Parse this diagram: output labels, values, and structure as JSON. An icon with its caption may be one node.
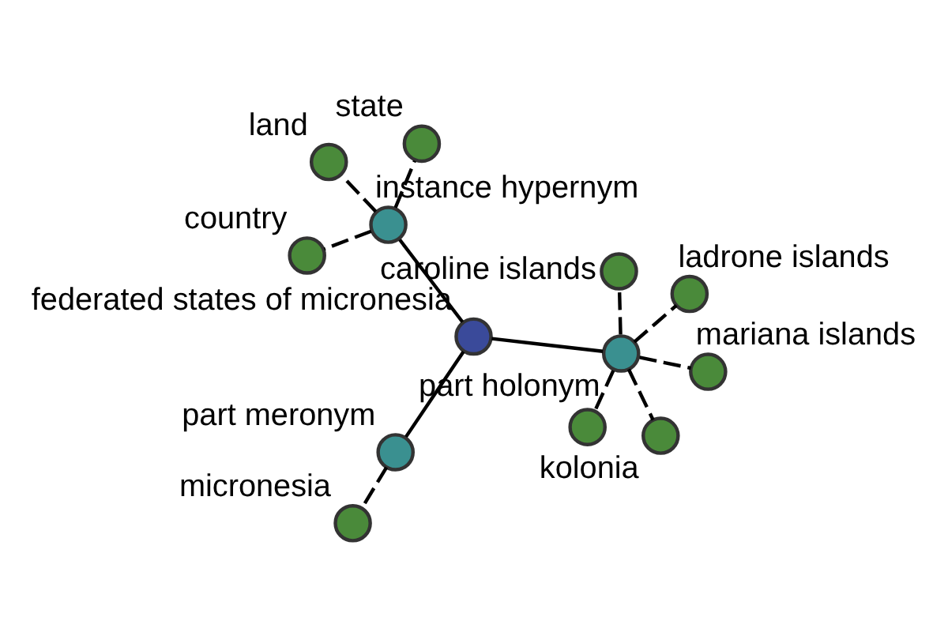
{
  "diagram": {
    "nodes": [
      {
        "text": [
          "federated states of micronesia"
        ]
      },
      {
        "text": [
          "part holonym"
        ]
      },
      {
        "text": [
          "part meronym"
        ]
      },
      {
        "text": [
          "instance hypernym"
        ]
      },
      {
        "text": [
          "ladrone islands"
        ]
      },
      {
        "text": [
          "caroline islands"
        ]
      },
      {
        "text": [],
        "shape": "circle"
      },
      {
        "text": [
          "mariana islands"
        ]
      },
      {
        "text": [
          "kolonia"
        ]
      },
      {
        "text": [
          "micronesia"
        ]
      },
      {
        "text": [
          "country"
        ]
      },
      {
        "text": [
          "land"
        ]
      },
      {
        "text": [
          "state"
        ]
      }
    ],
    "edges": [
      {
        "from": 0,
        "to": 1,
        "arrow": "none"
      },
      {
        "from": 0,
        "to": 2,
        "arrow": "none"
      },
      {
        "from": 0,
        "to": 3,
        "arrow": "none"
      },
      {
        "from": 1,
        "to": 4,
        "arrow": "none",
        "style": "dashed"
      },
      {
        "from": 1,
        "to": 5,
        "arrow": "none",
        "style": "dashed"
      },
      {
        "from": 1,
        "to": 6,
        "arrow": "none",
        "style": "dashed"
      },
      {
        "from": 1,
        "to": 7,
        "arrow": "none",
        "style": "dashed"
      },
      {
        "from": 1,
        "to": 8,
        "arrow": "none",
        "style": "dashed"
      },
      {
        "from": 2,
        "to": 9,
        "arrow": "none",
        "style": "dashed"
      },
      {
        "from": 3,
        "to": 10,
        "arrow": "none",
        "style": "dashed"
      },
      {
        "from": 3,
        "to": 11,
        "arrow": "none",
        "style": "dashed"
      },
      {
        "from": 3,
        "to": 12,
        "arrow": "none",
        "style": "dashed"
      }
    ]
  }
}
